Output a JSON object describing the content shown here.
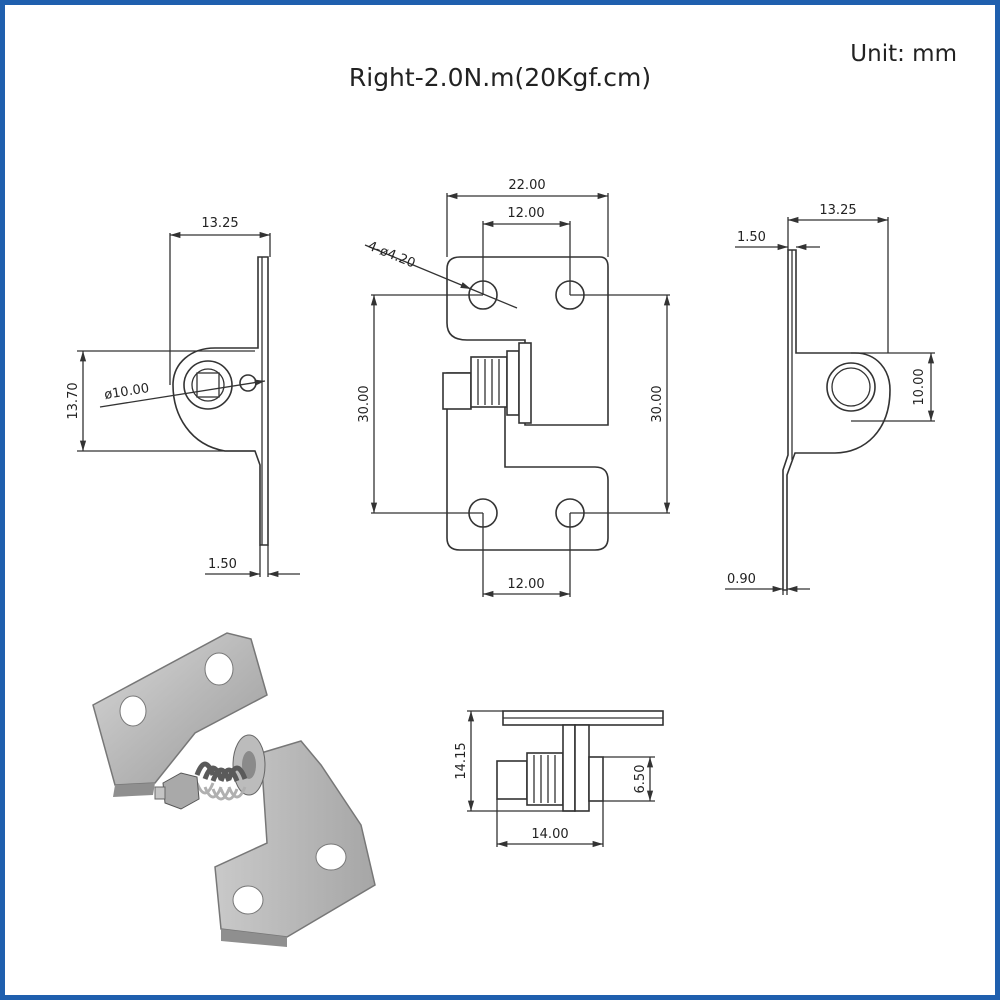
{
  "title": "Right-2.0N.m(20Kgf.cm)",
  "unit_label": "Unit:  mm",
  "border_color": "#1f5fae",
  "dims": {
    "left_width": "13.25",
    "left_height": "13.70",
    "left_dia": "ø10.00",
    "left_thick": "1.50",
    "front_width": "22.00",
    "front_top_spacing": "12.00",
    "front_hole": "4-ø4.20",
    "front_height_left": "30.00",
    "front_height_right": "30.00",
    "front_bottom_spacing": "12.00",
    "right_width": "13.25",
    "right_thick_top": "1.50",
    "right_height": "10.00",
    "right_thick_bottom": "0.90",
    "bottom_height": "14.15",
    "bottom_width": "14.00",
    "bottom_dia": "6.50"
  }
}
